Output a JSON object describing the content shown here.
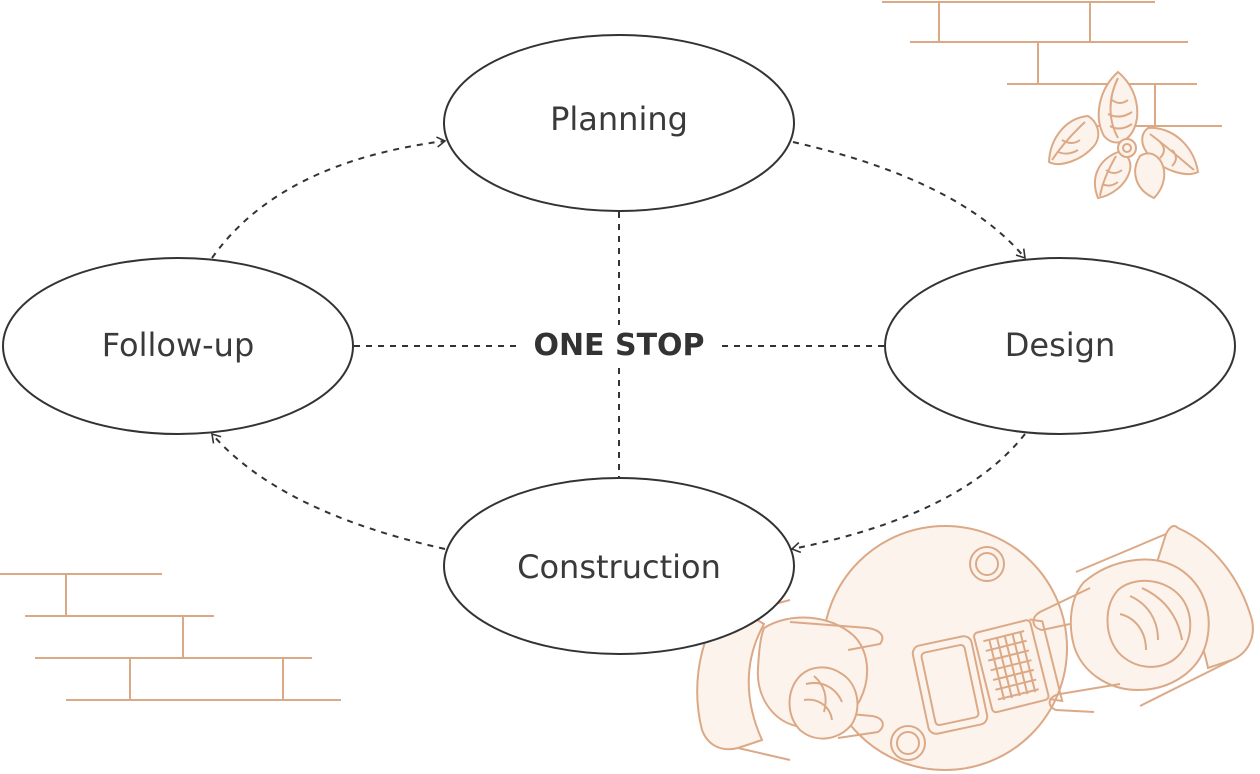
{
  "diagram": {
    "center": {
      "label": "ONE STOP"
    },
    "nodes": {
      "planning": {
        "label": "Planning"
      },
      "design": {
        "label": "Design"
      },
      "construction": {
        "label": "Construction"
      },
      "followup": {
        "label": "Follow-up"
      }
    },
    "cycle": [
      "Planning",
      "Design",
      "Construction",
      "Follow-up"
    ]
  },
  "colors": {
    "outline": "#333333",
    "text": "#3a3a3a",
    "accent": "#dca987",
    "accent_fill": "#fcf4ec"
  },
  "icons": [
    "brick-wall-illustration",
    "plant-illustration",
    "meeting-table-illustration"
  ]
}
